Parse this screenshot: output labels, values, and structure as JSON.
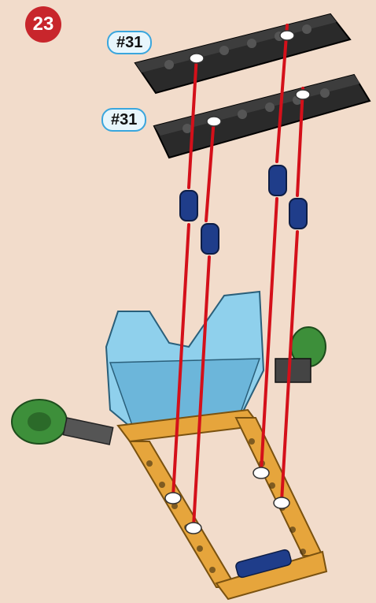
{
  "step": {
    "number": "23"
  },
  "parts": [
    {
      "label": "#31",
      "name": "beam"
    },
    {
      "label": "#31",
      "name": "beam"
    }
  ],
  "colors": {
    "background": "#f2dccb",
    "badge": "#c8262c",
    "tag_border": "#3aa6dd",
    "guide_line": "#d4101a",
    "beam": "#1e1e1e",
    "peg": "#1f3d8a",
    "frame": "#e6a53c",
    "panel": "#8fd0ec",
    "wheel": "#3d8f3a"
  }
}
